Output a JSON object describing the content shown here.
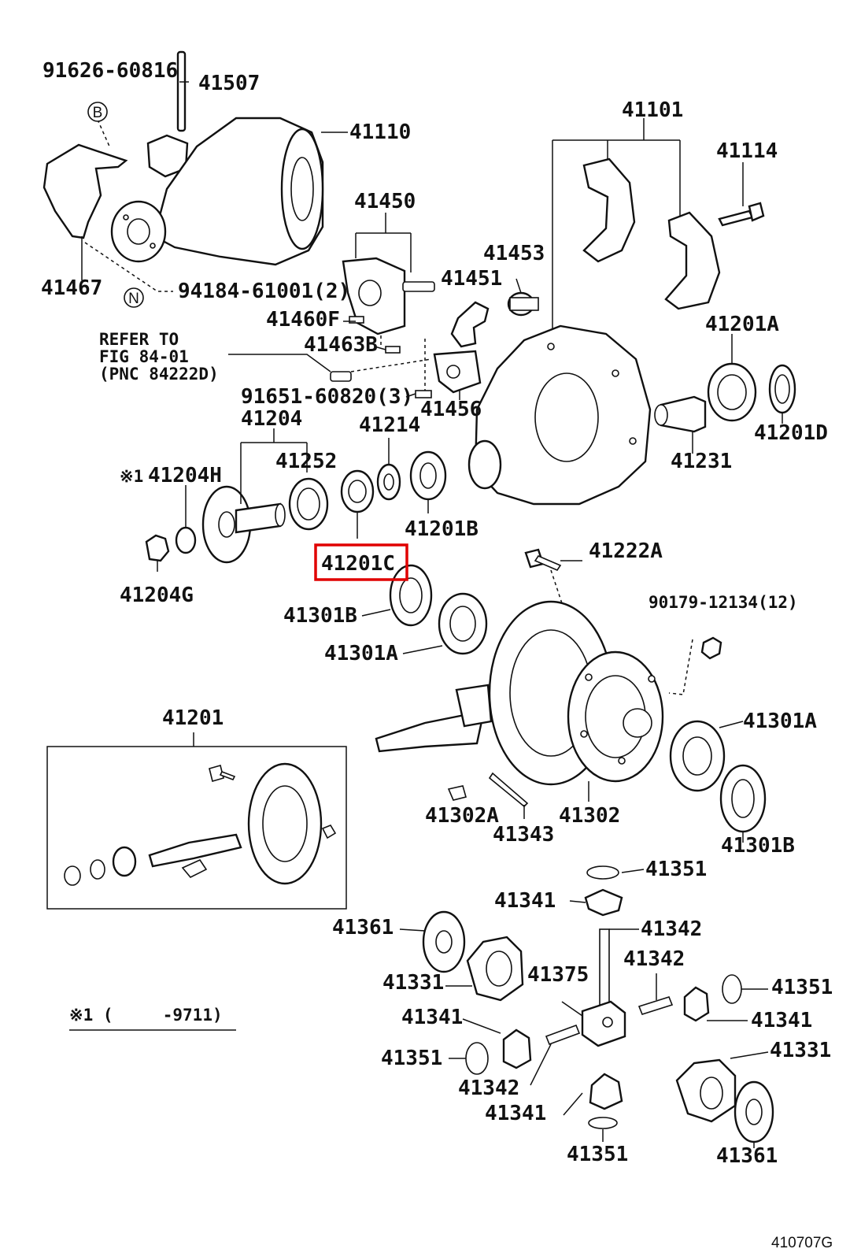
{
  "diagram_code": "410707G",
  "highlighted_part": "41201C",
  "reference_note": {
    "line1": "REFER TO",
    "line2": "FIG 84-01",
    "line3": "(PNC 84222D)"
  },
  "footnote": {
    "mark": "※1",
    "text": "※1 (     -9711)"
  },
  "circle_markers": {
    "b": "B",
    "n": "N"
  },
  "parts": {
    "p91626_60816": "91626-60816",
    "p41507": "41507",
    "p41110": "41110",
    "p41101": "41101",
    "p41114": "41114",
    "p41450": "41450",
    "p41453": "41453",
    "p41451": "41451",
    "p41467": "41467",
    "p94184_61001": "94184-61001(2)",
    "p41460F": "41460F",
    "p41463B": "41463B",
    "p91651_60820": "91651-60820(3)",
    "p41456": "41456",
    "p41201A_top": "41201A",
    "p41201D": "41201D",
    "p41231": "41231",
    "p41204": "41204",
    "p41214": "41214",
    "p41252": "41252",
    "p41204H": "41204H",
    "p41201B": "41201B",
    "p41201C": "41201C",
    "p41204G": "41204G",
    "p41222A": "41222A",
    "p41301B_left": "41301B",
    "p90179_12134": "90179-12134(12)",
    "p41301A_left": "41301A",
    "p41201_box": "41201",
    "p41301A_right": "41301A",
    "p41302A": "41302A",
    "p41343": "41343",
    "p41302": "41302",
    "p41301B_right": "41301B",
    "p41351_a": "41351",
    "p41341_a": "41341",
    "p41361_left": "41361",
    "p41342_a": "41342",
    "p41342_b": "41342",
    "p41331_left": "41331",
    "p41375": "41375",
    "p41351_b": "41351",
    "p41341_b": "41341",
    "p41341_c": "41341",
    "p41351_c": "41351",
    "p41331_right": "41331",
    "p41342_c": "41342",
    "p41341_d": "41341",
    "p41351_d": "41351",
    "p41361_right": "41361"
  }
}
